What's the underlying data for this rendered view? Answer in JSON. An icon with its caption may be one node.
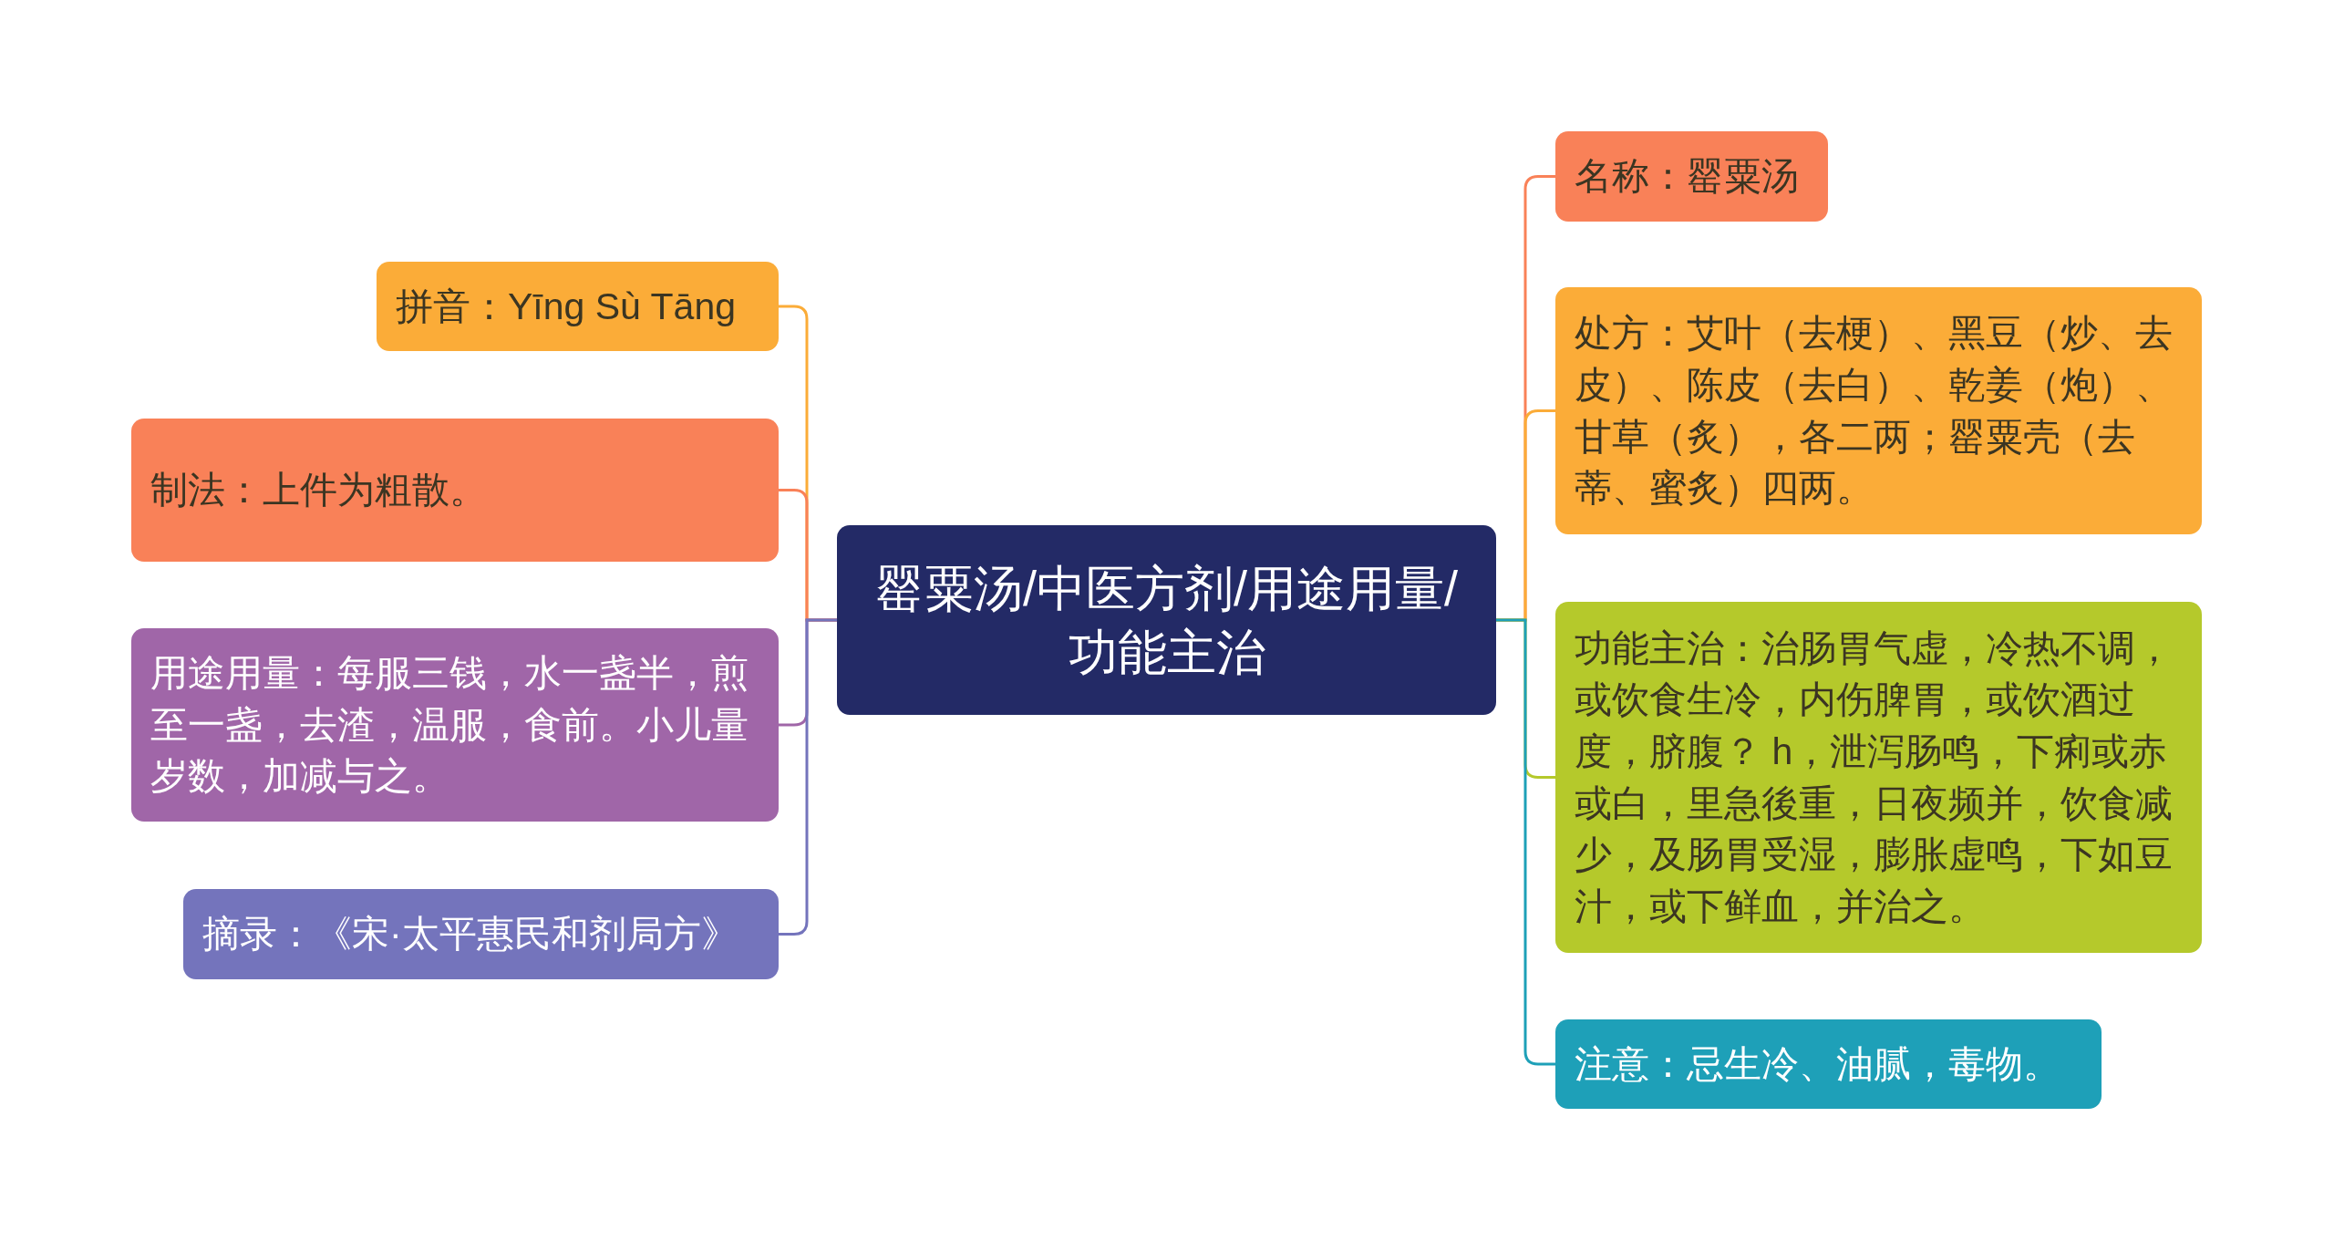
{
  "diagram": {
    "nodes": [
      {
        "text": [
          "罂粟汤/中医方剂/用途用量/功能主治"
        ]
      },
      {
        "text": [
          "拼音：Yīng Sù Tāng"
        ]
      },
      {
        "text": [
          "制法：上件为粗散。"
        ]
      },
      {
        "text": [
          "用途用量：每服三钱，水一盏半，煎至一盏，去渣，温服，食前。小儿量岁数，加减与之。"
        ]
      },
      {
        "text": [
          "摘录：《宋·太平惠民和剂局方》"
        ]
      },
      {
        "text": [
          "名称：罂粟汤"
        ]
      },
      {
        "text": [
          "处方：艾叶（去梗）、黑豆（炒、去皮）、陈皮（去白）、乾姜（炮）、甘草（炙），各二两；罂粟壳（去蒂、蜜炙）四两。"
        ]
      },
      {
        "text": [
          "功能主治：治肠胃气虚，冷热不调，或饮食生冷，内伤脾胃，或饮酒过度，脐腹？ h，泄泻肠鸣，下痢或赤或白，里急後重，日夜频并，饮食减少，及肠胃受湿，膨胀虚鸣，下如豆汁，或下鲜血，并治之。"
        ]
      },
      {
        "text": [
          "注意：忌生冷、油腻，毒物。"
        ]
      }
    ],
    "edges": [
      {
        "from": 0,
        "to": 1,
        "arrow": "none",
        "color": "#fbac38"
      },
      {
        "from": 0,
        "to": 2,
        "arrow": "none",
        "color": "#f98158"
      },
      {
        "from": 0,
        "to": 3,
        "arrow": "none",
        "color": "#a066a8"
      },
      {
        "from": 0,
        "to": 4,
        "arrow": "none",
        "color": "#7474bc"
      },
      {
        "from": 0,
        "to": 5,
        "arrow": "none",
        "color": "#f98158"
      },
      {
        "from": 0,
        "to": 6,
        "arrow": "none",
        "color": "#fbac38"
      },
      {
        "from": 0,
        "to": 7,
        "arrow": "none",
        "color": "#b5c92b"
      },
      {
        "from": 0,
        "to": 8,
        "arrow": "none",
        "color": "#1ea0b8"
      }
    ]
  }
}
